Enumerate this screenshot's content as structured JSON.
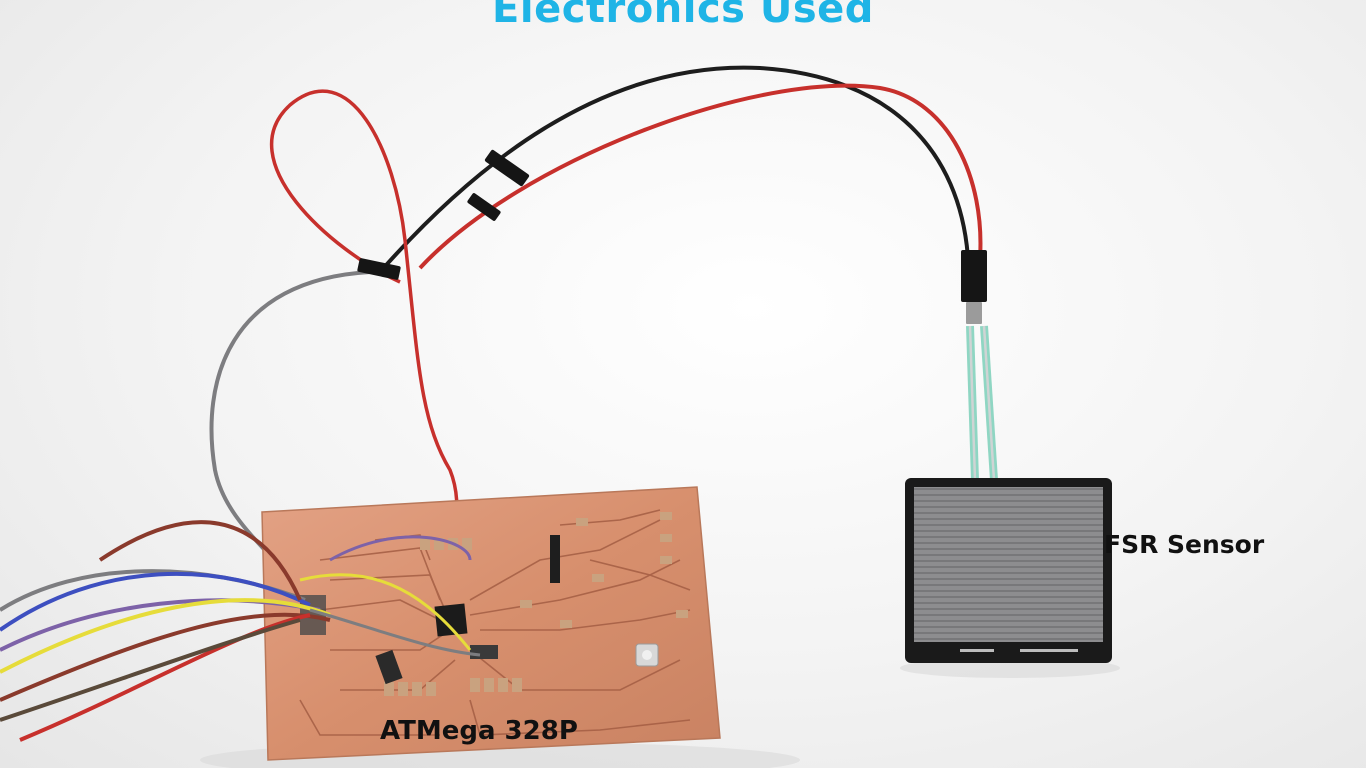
{
  "page": {
    "title": "Electronics Used",
    "title_color": "#1fb4e6"
  },
  "labels": {
    "board": "ATMega 328P",
    "sensor": "FSR Sensor"
  },
  "colors": {
    "copper": "#d9906e",
    "wire_red": "#c7302c",
    "wire_black": "#1d1d1d",
    "wire_gray": "#7d7d80",
    "wire_yellow": "#e6dc3a",
    "wire_purple": "#7d62a8",
    "wire_blue": "#3d4fc0",
    "wire_brown": "#8a3a2c",
    "sensor_body": "#8c8c8c"
  }
}
